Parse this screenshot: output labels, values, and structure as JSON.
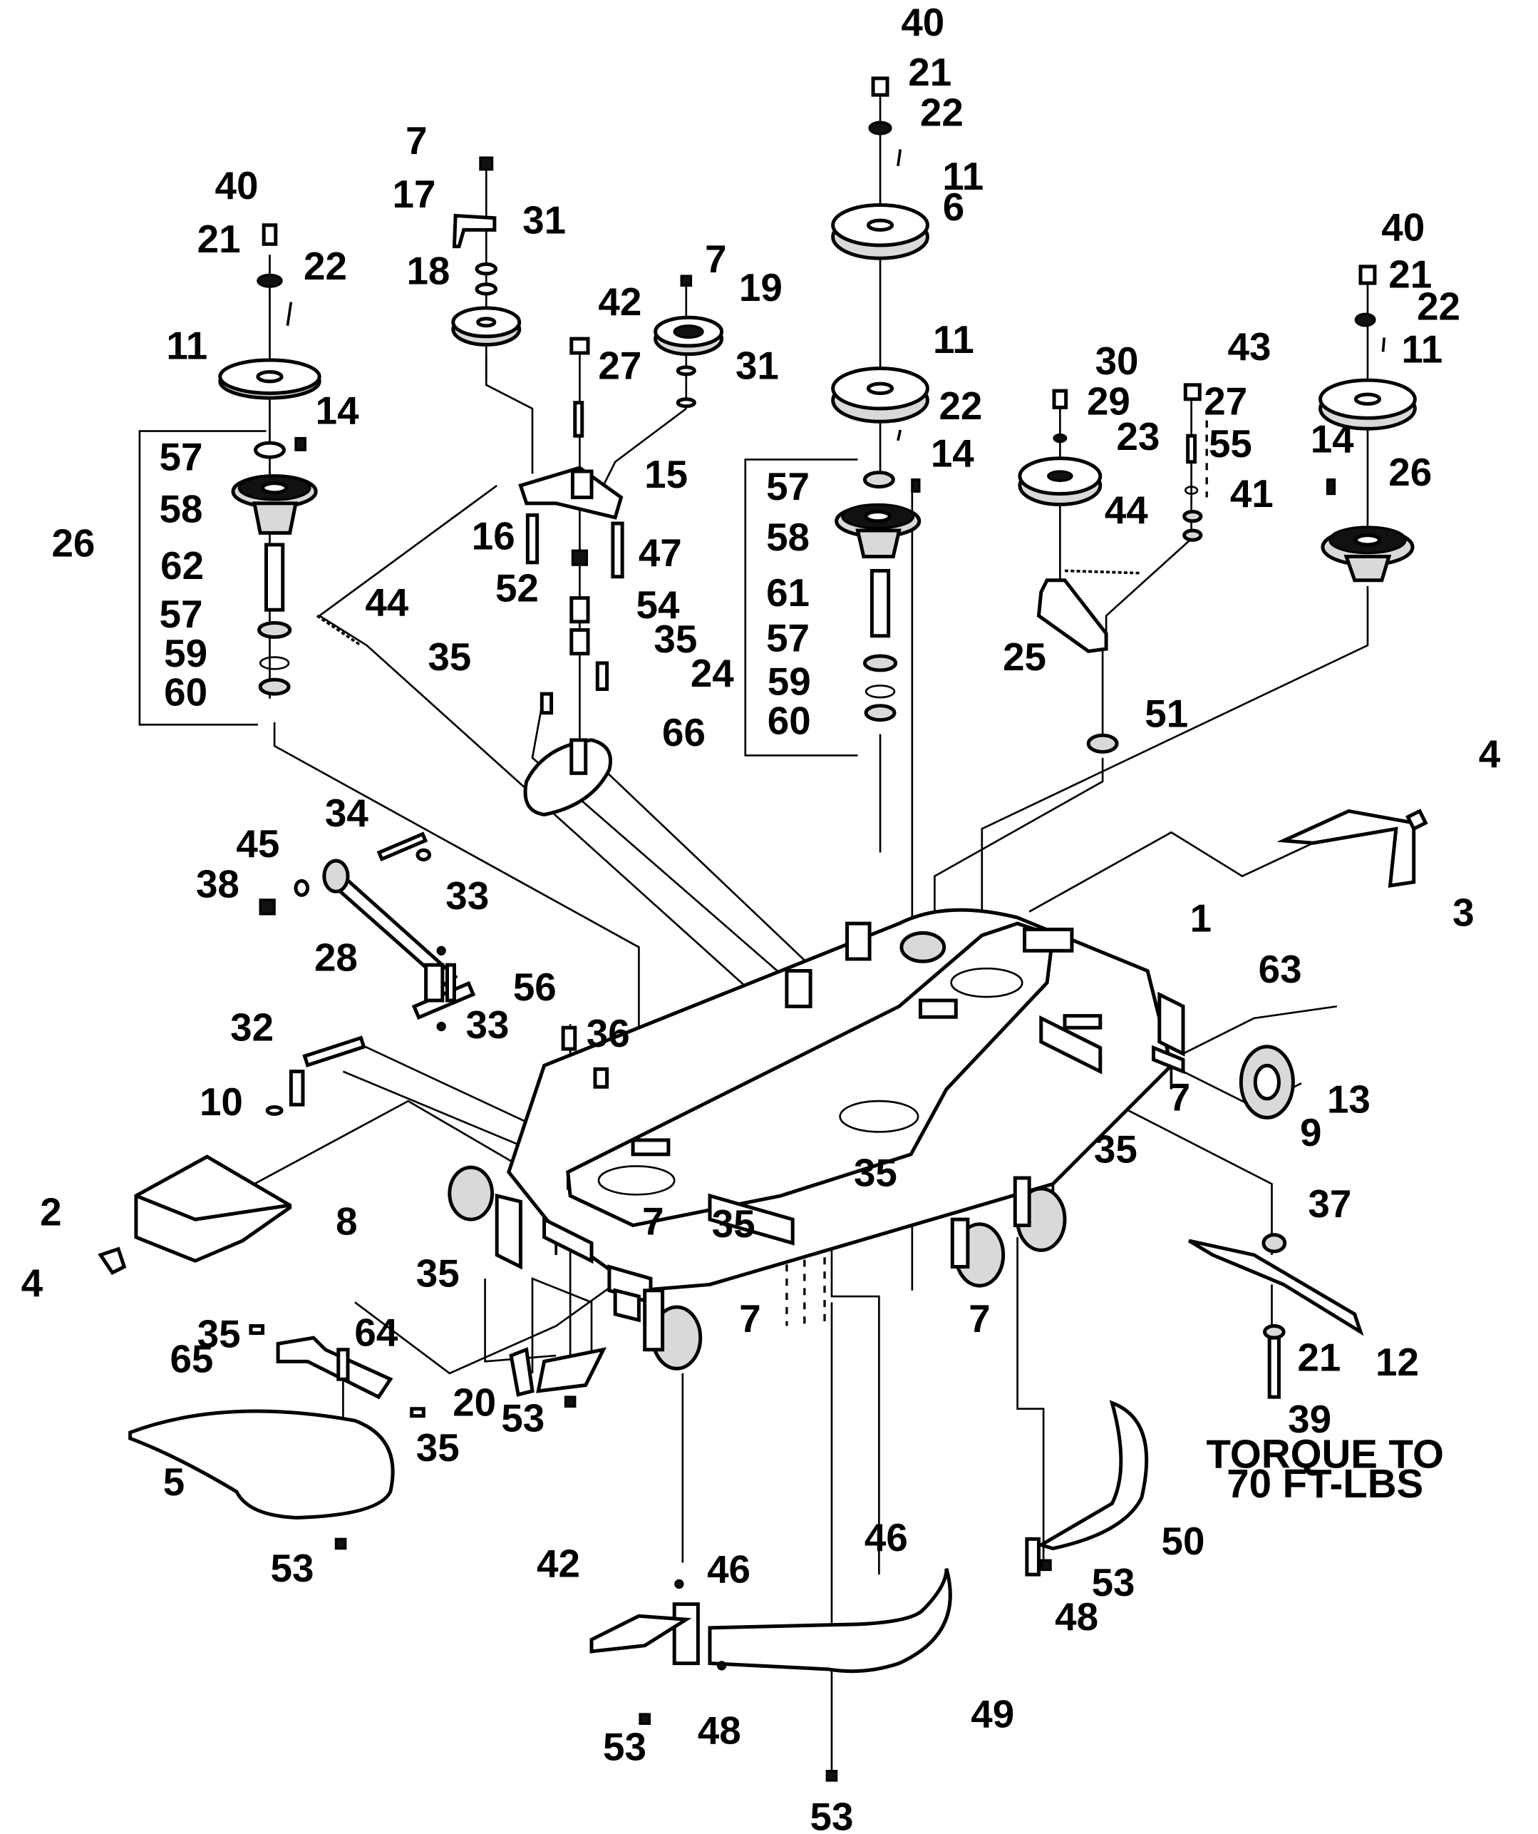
{
  "callouts": [
    {
      "id": "c40a",
      "text": "40"
    },
    {
      "id": "c21a",
      "text": "21"
    },
    {
      "id": "c22a",
      "text": "22"
    },
    {
      "id": "c11a",
      "text": "11"
    },
    {
      "id": "c6",
      "text": "6"
    },
    {
      "id": "c7a",
      "text": "7"
    },
    {
      "id": "c17",
      "text": "17"
    },
    {
      "id": "c31a",
      "text": "31"
    },
    {
      "id": "c18",
      "text": "18"
    },
    {
      "id": "c7b",
      "text": "7"
    },
    {
      "id": "c19",
      "text": "19"
    },
    {
      "id": "c40b",
      "text": "40"
    },
    {
      "id": "c21b",
      "text": "21"
    },
    {
      "id": "c22b",
      "text": "22"
    },
    {
      "id": "c40c",
      "text": "40"
    },
    {
      "id": "c21c",
      "text": "21"
    },
    {
      "id": "c22c",
      "text": "22"
    },
    {
      "id": "c42a",
      "text": "42"
    },
    {
      "id": "c31b",
      "text": "31"
    },
    {
      "id": "c27a",
      "text": "27"
    },
    {
      "id": "c11b",
      "text": "11"
    },
    {
      "id": "c11c",
      "text": "11"
    },
    {
      "id": "c11d",
      "text": "11"
    },
    {
      "id": "c30",
      "text": "30"
    },
    {
      "id": "c43",
      "text": "43"
    },
    {
      "id": "c29",
      "text": "29"
    },
    {
      "id": "c27b",
      "text": "27"
    },
    {
      "id": "c22d",
      "text": "22"
    },
    {
      "id": "c23",
      "text": "23"
    },
    {
      "id": "c55",
      "text": "55"
    },
    {
      "id": "c14a",
      "text": "14"
    },
    {
      "id": "c14b",
      "text": "14"
    },
    {
      "id": "c14c",
      "text": "14"
    },
    {
      "id": "c26a",
      "text": "26"
    },
    {
      "id": "c57a",
      "text": "57"
    },
    {
      "id": "c57b",
      "text": "57"
    },
    {
      "id": "c15",
      "text": "15"
    },
    {
      "id": "c41",
      "text": "41"
    },
    {
      "id": "c58a",
      "text": "58"
    },
    {
      "id": "c58b",
      "text": "58"
    },
    {
      "id": "c16",
      "text": "16"
    },
    {
      "id": "c47",
      "text": "47"
    },
    {
      "id": "c44a",
      "text": "44"
    },
    {
      "id": "c26b",
      "text": "26"
    },
    {
      "id": "c62",
      "text": "62"
    },
    {
      "id": "c52",
      "text": "52"
    },
    {
      "id": "c61",
      "text": "61"
    },
    {
      "id": "c54",
      "text": "54"
    },
    {
      "id": "c44b",
      "text": "44"
    },
    {
      "id": "c25",
      "text": "25"
    },
    {
      "id": "c57c",
      "text": "57"
    },
    {
      "id": "c57d",
      "text": "57"
    },
    {
      "id": "c35a",
      "text": "35"
    },
    {
      "id": "c35b",
      "text": "35"
    },
    {
      "id": "c59a",
      "text": "59"
    },
    {
      "id": "c59b",
      "text": "59"
    },
    {
      "id": "c24",
      "text": "24"
    },
    {
      "id": "c60a",
      "text": "60"
    },
    {
      "id": "c60b",
      "text": "60"
    },
    {
      "id": "c66",
      "text": "66"
    },
    {
      "id": "c51",
      "text": "51"
    },
    {
      "id": "c4a",
      "text": "4"
    },
    {
      "id": "c34",
      "text": "34"
    },
    {
      "id": "c45",
      "text": "45"
    },
    {
      "id": "c33a",
      "text": "33"
    },
    {
      "id": "c38",
      "text": "38"
    },
    {
      "id": "c28",
      "text": "28"
    },
    {
      "id": "c1",
      "text": "1"
    },
    {
      "id": "c3",
      "text": "3"
    },
    {
      "id": "c63",
      "text": "63"
    },
    {
      "id": "c56",
      "text": "56"
    },
    {
      "id": "c33b",
      "text": "33"
    },
    {
      "id": "c32",
      "text": "32"
    },
    {
      "id": "c36",
      "text": "36"
    },
    {
      "id": "c7c",
      "text": "7"
    },
    {
      "id": "c13",
      "text": "13"
    },
    {
      "id": "c10",
      "text": "10"
    },
    {
      "id": "c9",
      "text": "9"
    },
    {
      "id": "c35c",
      "text": "35"
    },
    {
      "id": "c2",
      "text": "2"
    },
    {
      "id": "c35d",
      "text": "35"
    },
    {
      "id": "c37",
      "text": "37"
    },
    {
      "id": "c8",
      "text": "8"
    },
    {
      "id": "c7d",
      "text": "7"
    },
    {
      "id": "c35e",
      "text": "35"
    },
    {
      "id": "c4b",
      "text": "4"
    },
    {
      "id": "c35f",
      "text": "35"
    },
    {
      "id": "c7e",
      "text": "7"
    },
    {
      "id": "c7f",
      "text": "7"
    },
    {
      "id": "c21d",
      "text": "21"
    },
    {
      "id": "c12",
      "text": "12"
    },
    {
      "id": "c35g",
      "text": "35"
    },
    {
      "id": "c64",
      "text": "64"
    },
    {
      "id": "c65",
      "text": "65"
    },
    {
      "id": "c20",
      "text": "20"
    },
    {
      "id": "c39",
      "text": "39"
    },
    {
      "id": "c53a",
      "text": "53"
    },
    {
      "id": "c35h",
      "text": "35"
    },
    {
      "id": "c5",
      "text": "5"
    },
    {
      "id": "c50",
      "text": "50"
    },
    {
      "id": "c46a",
      "text": "46"
    },
    {
      "id": "c53b",
      "text": "53"
    },
    {
      "id": "c42b",
      "text": "42"
    },
    {
      "id": "c46b",
      "text": "46"
    },
    {
      "id": "c53c",
      "text": "53"
    },
    {
      "id": "c48a",
      "text": "48"
    },
    {
      "id": "c53d",
      "text": "53"
    },
    {
      "id": "c48b",
      "text": "48"
    },
    {
      "id": "c49",
      "text": "49"
    },
    {
      "id": "c53e",
      "text": "53"
    }
  ],
  "note": {
    "line1": "TORQUE TO",
    "line2": "70 FT-LBS"
  }
}
